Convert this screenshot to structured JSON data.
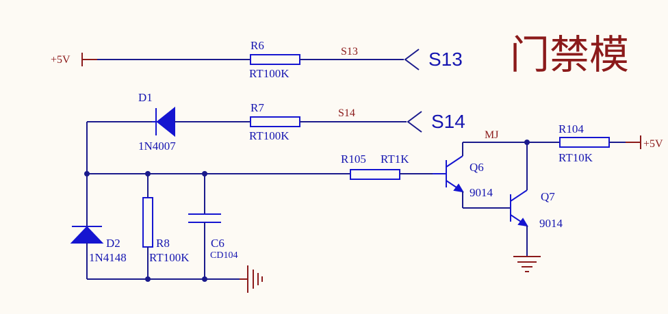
{
  "title": "门禁模",
  "power": {
    "vcc_left": "+5V",
    "vcc_right": "+5V"
  },
  "nets": {
    "s13": "S13",
    "s14": "S14",
    "mj": "MJ"
  },
  "ports": {
    "s13": "S13",
    "s14": "S14"
  },
  "components": {
    "r6": {
      "ref": "R6",
      "value": "RT100K"
    },
    "r7": {
      "ref": "R7",
      "value": "RT100K"
    },
    "r8": {
      "ref": "R8",
      "value": "RT100K"
    },
    "r104": {
      "ref": "R104",
      "value": "RT10K"
    },
    "r105": {
      "ref": "R105",
      "value": "RT1K"
    },
    "d1": {
      "ref": "D1",
      "value": "1N4007"
    },
    "d2": {
      "ref": "D2",
      "value": "1N4148"
    },
    "c6": {
      "ref": "C6",
      "value": "CD104"
    },
    "q6": {
      "ref": "Q6",
      "value": "9014"
    },
    "q7": {
      "ref": "Q7",
      "value": "9014"
    }
  }
}
